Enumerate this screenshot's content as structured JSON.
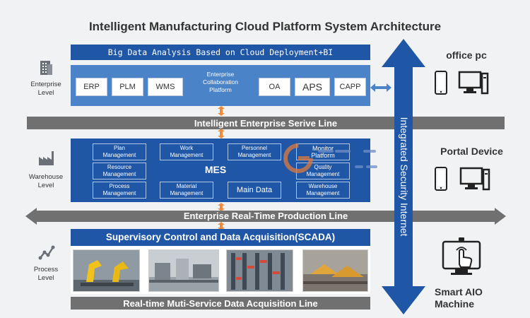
{
  "title": "Intelligent Manufacturing Cloud Platform System Architecture",
  "top_bar": "Big Data Analysis Based on Cloud Deployment+BI",
  "enterprise": {
    "level_label": "Enterprise\nLevel",
    "center_label": "Enterprise\nCollaboration\nPlatform",
    "left_modules": [
      "ERP",
      "PLM",
      "WMS"
    ],
    "right_modules": [
      "OA",
      "APS",
      "CAPP"
    ]
  },
  "service_line": "Intelligent Enterprise Serive Line",
  "mes": {
    "level_label": "Warehouse\nLevel",
    "center": "MES",
    "modules": [
      "Plan\nManagement",
      "Work\nManagement",
      "Personnel\nManagement",
      "Monitor\nPlatform",
      "Resource\nManagement",
      "Quality\nManagement",
      "Process\nManagement",
      "Material\nManagement",
      "Main Data",
      "Warehouse\nManagement"
    ]
  },
  "production_line": "Enterprise Real-Time Production Line",
  "scada": {
    "level_label": "Process\nLevel",
    "title": "Supervisory Control and Data Acquisition(SCADA)"
  },
  "acquisition_line": "Real-time Muti-Service Data Acquisition Line",
  "security": "Integrated Security Internet",
  "devices": {
    "office": "office pc",
    "portal": "Portal Device",
    "aio": "Smart AIO\nMachine"
  },
  "colors": {
    "primary_blue": "#1f56a6",
    "light_blue": "#4a83c8",
    "band_grey": "#707070",
    "arrow_orange": "#f08a3c"
  }
}
